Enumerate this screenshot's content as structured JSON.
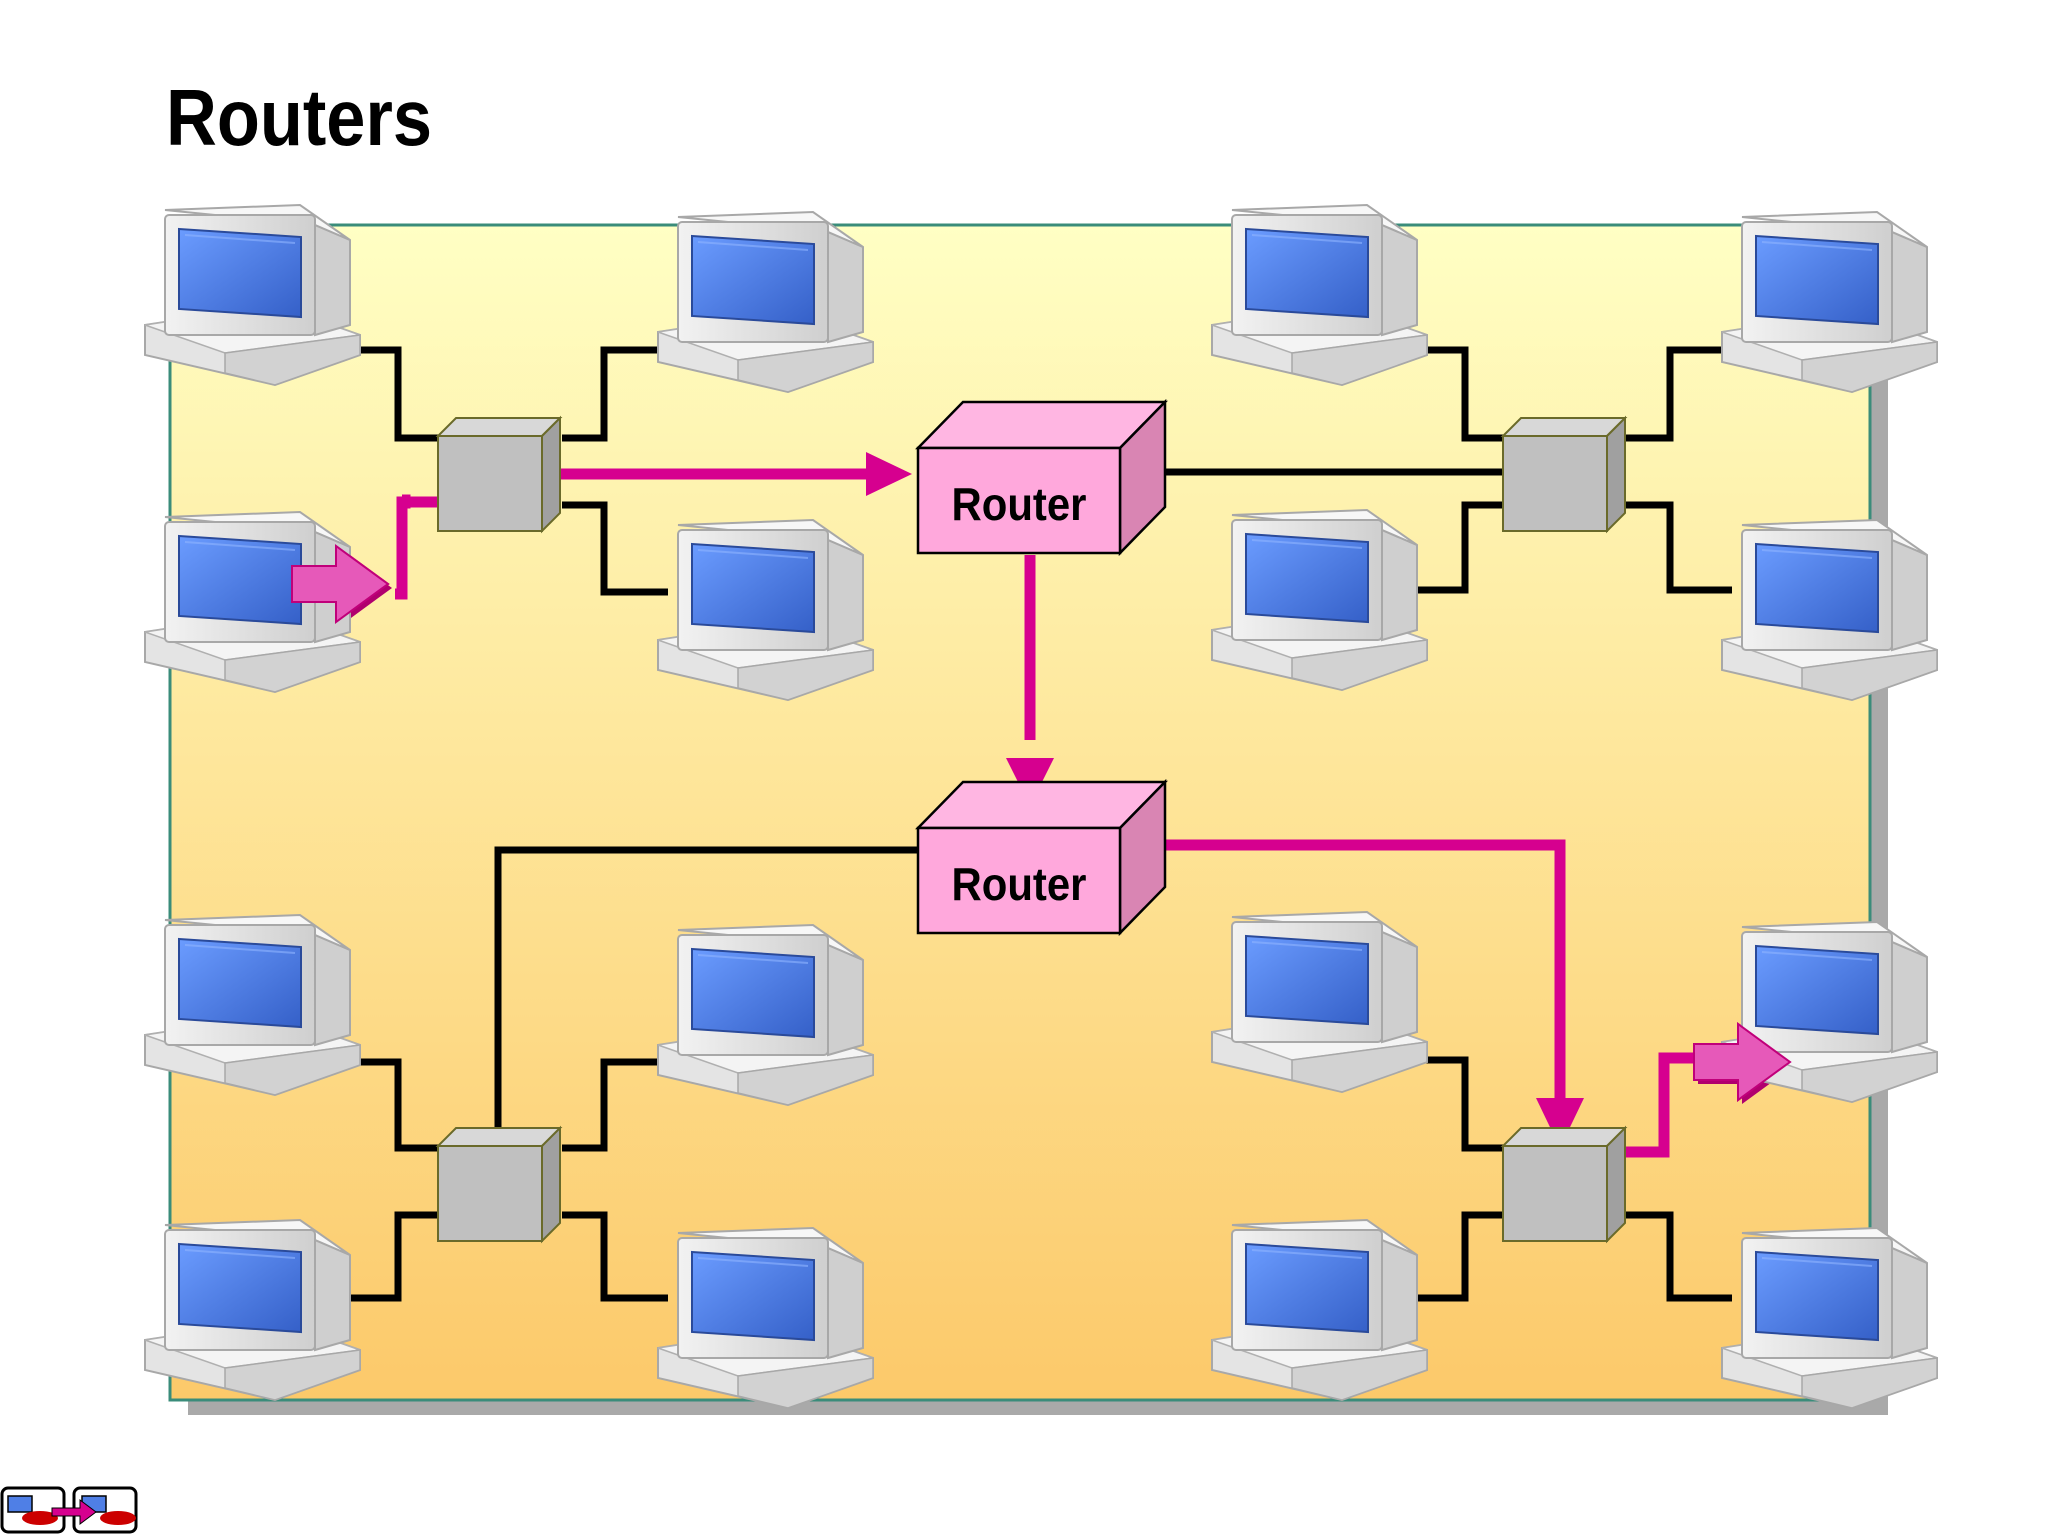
{
  "title": "Routers",
  "routers": [
    {
      "label": "Router"
    },
    {
      "label": "Router"
    }
  ],
  "colors": {
    "data_path": "#d6008f",
    "cable": "#000000",
    "router_face": "#ffa8dc",
    "router_side": "#d985b3",
    "hub_face": "#c0c0c0",
    "screen": "#4f7fe6",
    "background_top": "#ffffc4",
    "background_bottom": "#fcc96a"
  },
  "icons": [
    "computer-icon",
    "hub-icon",
    "router-icon",
    "navigation-icon"
  ]
}
